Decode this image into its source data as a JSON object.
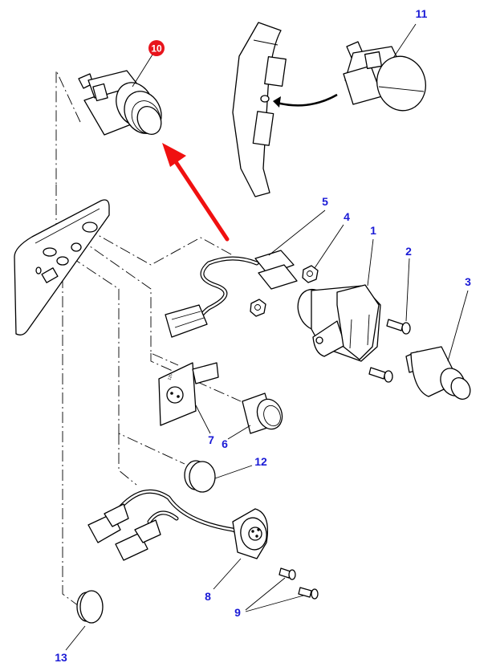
{
  "diagram": {
    "type": "exploded-parts-view",
    "highlight_color": "#f01010",
    "callout_color": "#1a1ad6",
    "highlighted_callout": {
      "label": "10",
      "part": "socket-with-cap"
    },
    "callouts": [
      {
        "label": "1",
        "part": "trailer-socket"
      },
      {
        "label": "2",
        "part": "screw"
      },
      {
        "label": "3",
        "part": "push-switch"
      },
      {
        "label": "4",
        "part": "nut"
      },
      {
        "label": "5",
        "part": "connector-harness"
      },
      {
        "label": "6",
        "part": "round-switch"
      },
      {
        "label": "7",
        "part": "socket-label-plate"
      },
      {
        "label": "8",
        "part": "socket-harness"
      },
      {
        "label": "9",
        "part": "screws"
      },
      {
        "label": "11",
        "part": "power-socket-pillar-mounted"
      },
      {
        "label": "12",
        "part": "blanking-plug"
      },
      {
        "label": "13",
        "part": "blanking-plug"
      }
    ],
    "label_plate_text": "12V"
  }
}
